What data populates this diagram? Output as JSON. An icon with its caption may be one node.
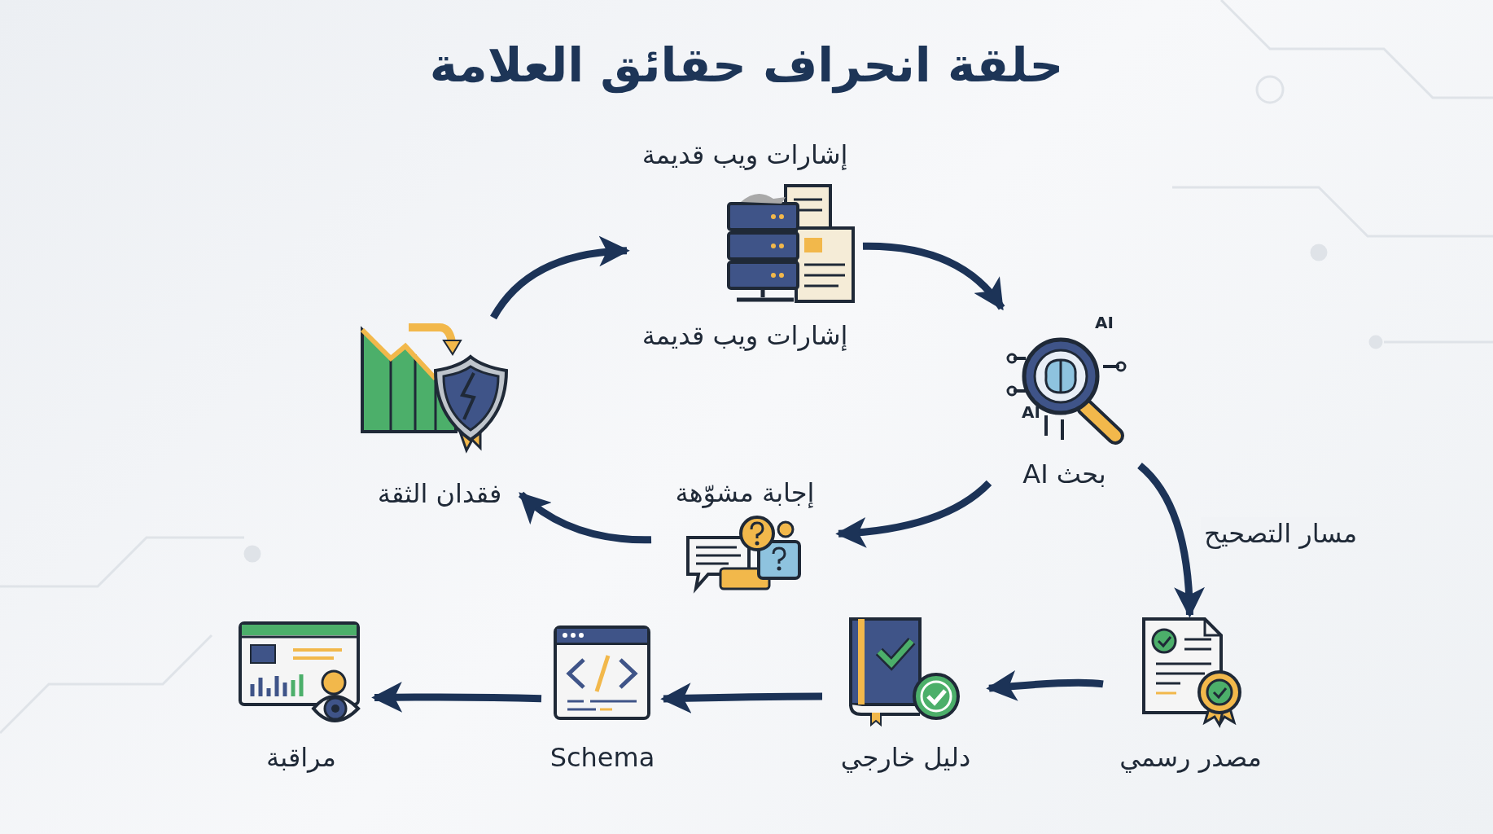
{
  "diagram": {
    "title": "حلقة انحراف حقائق العلامة",
    "nodes": [
      {
        "text": [
          "إشارات ويب قديمة",
          "إشارات ويب قديمة"
        ]
      },
      {
        "text": [
          "AI",
          "AI",
          "بحث AI"
        ]
      },
      {
        "text": [
          "إجابة مشوّهة"
        ]
      },
      {
        "text": [
          "فقدان الثقة"
        ]
      },
      {
        "text": [
          "مصدر رسمي"
        ]
      },
      {
        "text": [
          "دليل خارجي"
        ]
      },
      {
        "text": [
          "Schema"
        ]
      },
      {
        "text": [
          "مراقبة"
        ]
      }
    ],
    "edges": [
      {
        "from": 3,
        "to": 0,
        "arrow": "to"
      },
      {
        "from": 0,
        "to": 1,
        "arrow": "to"
      },
      {
        "from": 1,
        "to": 2,
        "arrow": "to"
      },
      {
        "from": 2,
        "to": 3,
        "arrow": "to"
      },
      {
        "from": 1,
        "to": 4,
        "arrow": "to",
        "label": "مسار التصحيح"
      },
      {
        "from": 4,
        "to": 5,
        "arrow": "to"
      },
      {
        "from": 5,
        "to": 6,
        "arrow": "to"
      },
      {
        "from": 6,
        "to": 7,
        "arrow": "to"
      }
    ]
  }
}
